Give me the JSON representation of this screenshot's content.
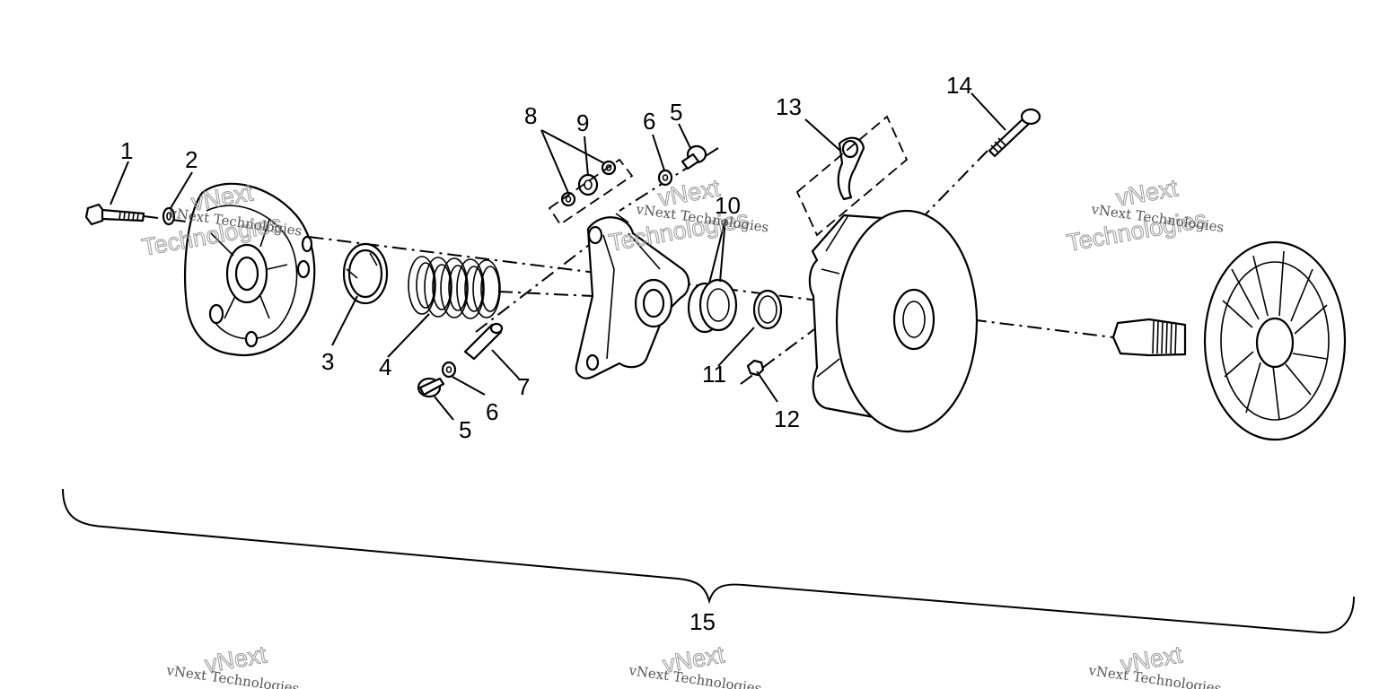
{
  "diagram": {
    "callouts": [
      "1",
      "2",
      "3",
      "4",
      "5",
      "6",
      "7",
      "8",
      "9",
      "6",
      "5",
      "10",
      "11",
      "12",
      "13",
      "14",
      "15"
    ],
    "watermark": {
      "brand_line": "vNext Technologies",
      "outline_line1": "vNext",
      "outline_line2": "Technologies"
    }
  }
}
